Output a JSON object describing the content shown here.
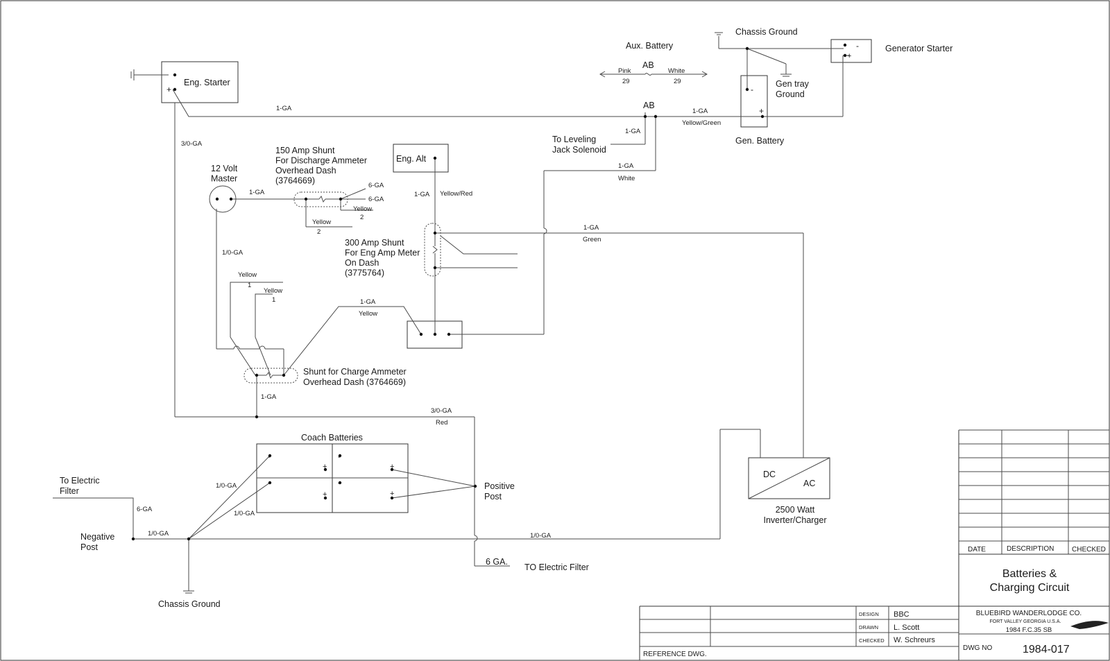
{
  "labels": {
    "eng_starter": "Eng. Starter",
    "aux_battery": "Aux. Battery",
    "chassis_ground_top": "Chassis Ground",
    "generator_starter": "Generator Starter",
    "gen_tray_ground": "Gen tray\nGround",
    "gen_battery": "Gen. Battery",
    "ab_top": "AB",
    "ab_mid": "AB",
    "to_leveling": "To Leveling\nJack Solenoid",
    "shunt150": "150 Amp Shunt\nFor Discharge Ammeter\nOverhead Dash\n(3764669)",
    "volt_master": "12 Volt\nMaster",
    "eng_alt": "Eng. Alt",
    "shunt300": "300 Amp Shunt\nFor Eng Amp Meter\nOn Dash\n(3775764)",
    "shunt_charge": "Shunt for Charge Ammeter\nOverhead Dash (3764669)",
    "coach_batteries": "Coach Batteries",
    "positive_post": "Positive\nPost",
    "negative_post": "Negative\nPost",
    "to_electric_filter_left": "To Electric\nFilter",
    "to_electric_filter_bottom": "TO Electric Filter",
    "six_ga": "6 GA.",
    "chassis_ground_bottom": "Chassis Ground",
    "dc": "DC",
    "ac": "AC",
    "inverter": "2500 Watt\nInverter/Charger"
  },
  "wire_labels": {
    "ga1_top": "1-GA",
    "ga30_left": "3/0-GA",
    "ga1_gen": "1-GA",
    "yellow_green": "Yellow/Green",
    "ga1_level": "1-GA",
    "ga1_white": "1-GA",
    "white_label": "White",
    "pink": "Pink",
    "pink_num": "29",
    "white_aux": "White",
    "white_num": "29",
    "ga1_master": "1-GA",
    "ga6_a": "6-GA",
    "ga6_b": "6-GA",
    "yellow2a": "Yellow",
    "num2a": "2",
    "yellow2b": "Yellow",
    "num2b": "2",
    "ga1_alt": "1-GA",
    "yellow_red": "Yellow/Red",
    "ga1_green": "1-GA",
    "green": "Green",
    "ga10_master": "1/0-GA",
    "yellow1a": "Yellow",
    "num1a": "1",
    "yellow1b": "Yellow",
    "num1b": "1",
    "ga1_yellow": "1-GA",
    "yellow_mid": "Yellow",
    "ga1_shunt": "1-GA",
    "ga30_red": "3/0-GA",
    "red": "Red",
    "ga10_a": "1/0-GA",
    "ga10_b": "1/0-GA",
    "ga6_filter": "6-GA",
    "ga10_neg": "1/0-GA",
    "ga10_inv": "1/0-GA"
  },
  "title_block": {
    "date": "DATE",
    "description": "DESCRIPTION",
    "checked": "CHECKED",
    "title": "Batteries &\nCharging Circuit",
    "company": "BLUEBIRD WANDERLODGE CO.",
    "location": "FORT VALLEY GEORGIA U.S.A.",
    "model": "1984 F.C.35 SB",
    "dwg_no_label": "DWG NO",
    "dwg_no": "1984-017",
    "design_label": "DESIGN",
    "design": "BBC",
    "drawn_label": "DRAWN",
    "drawn": "L. Scott",
    "checked_label": "CHECKED",
    "checked_by": "W. Schreurs",
    "reference": "REFERENCE DWG."
  }
}
